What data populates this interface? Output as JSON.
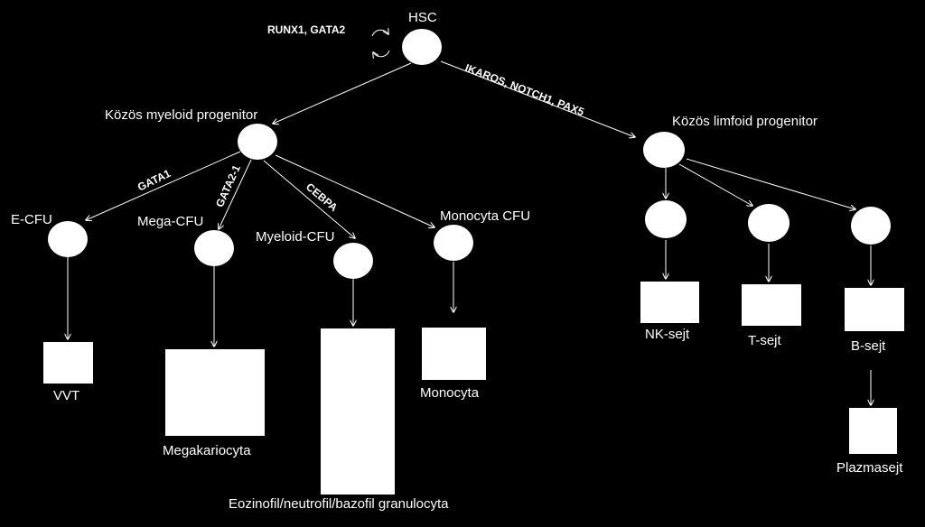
{
  "nodes": {
    "hsc": "HSC",
    "common_myeloid": "Közös myeloid progenitor",
    "common_lymphoid": "Közös limfoid progenitor",
    "e_cfu": "E-CFU",
    "mega_cfu": "Mega-CFU",
    "myeloid_cfu": "Myeloid-CFU",
    "monocyta_cfu": "Monocyta CFU",
    "vvt": "VVT",
    "megakariocyta": "Megakariocyta",
    "granulocyta": "Eozinofil/neutrofil/bazofil granulocyta",
    "monocyta": "Monocyta",
    "nk_sejt": "NK-sejt",
    "t_sejt": "T-sejt",
    "b_sejt": "B-sejt",
    "plazmasejt": "Plazmasejt"
  },
  "factors": {
    "self_renewal": "RUNX1, GATA2",
    "lymphoid": "IKAROS, NOTCH1, PAX5",
    "gata1": "GATA1",
    "gata2_1": "GATA2-1",
    "cebpa": "CEBPA"
  },
  "colors": {
    "background": "#000000",
    "foreground": "#ffffff"
  }
}
